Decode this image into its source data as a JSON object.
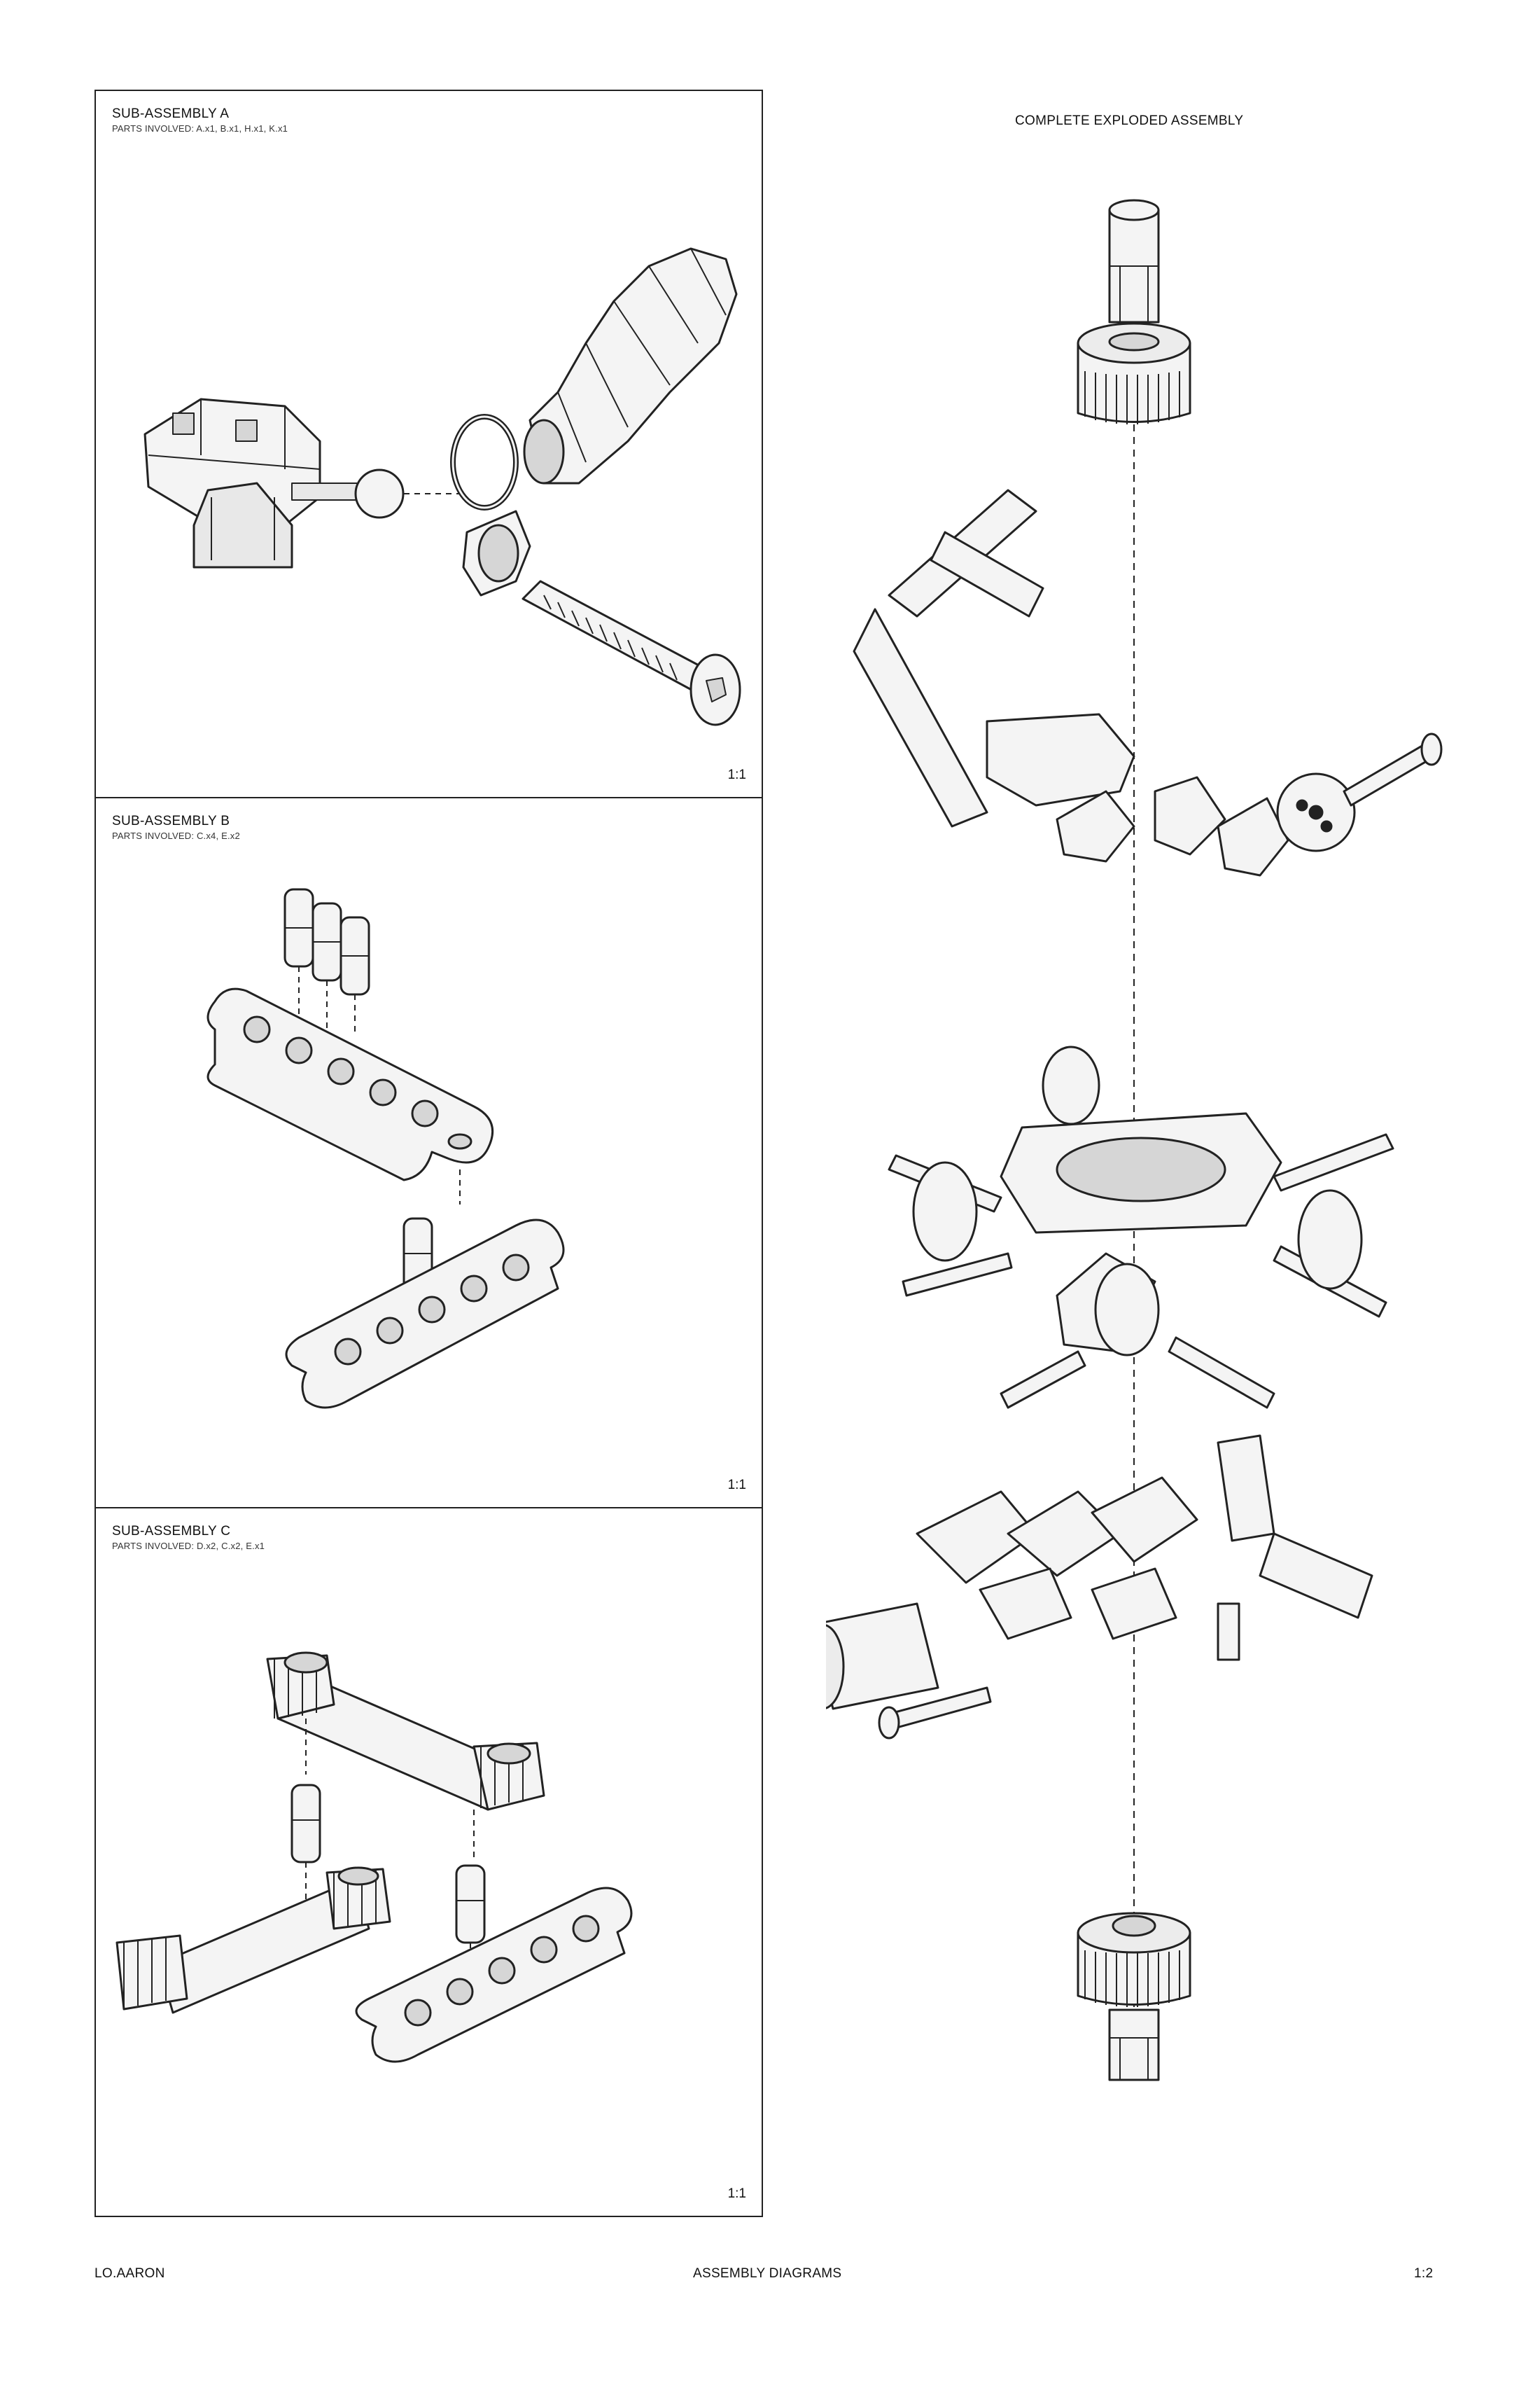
{
  "panels": [
    {
      "title": "SUB-ASSEMBLY A",
      "parts": "PARTS INVOLVED: A.x1, B.x1, H.x1, K.x1",
      "scale": "1:1"
    },
    {
      "title": "SUB-ASSEMBLY B",
      "parts": "PARTS INVOLVED: C.x4, E.x2",
      "scale": "1:1"
    },
    {
      "title": "SUB-ASSEMBLY C",
      "parts": "PARTS INVOLVED: D.x2, C.x2, E.x1",
      "scale": "1:1"
    }
  ],
  "complete": {
    "title": "COMPLETE EXPLODED ASSEMBLY"
  },
  "footer": {
    "left": "LO.AARON",
    "center": "ASSEMBLY DIAGRAMS",
    "right": "1:2"
  },
  "colors": {
    "line": "#222222",
    "fill": "#f4f4f4",
    "shade": "#d6d6d6"
  }
}
